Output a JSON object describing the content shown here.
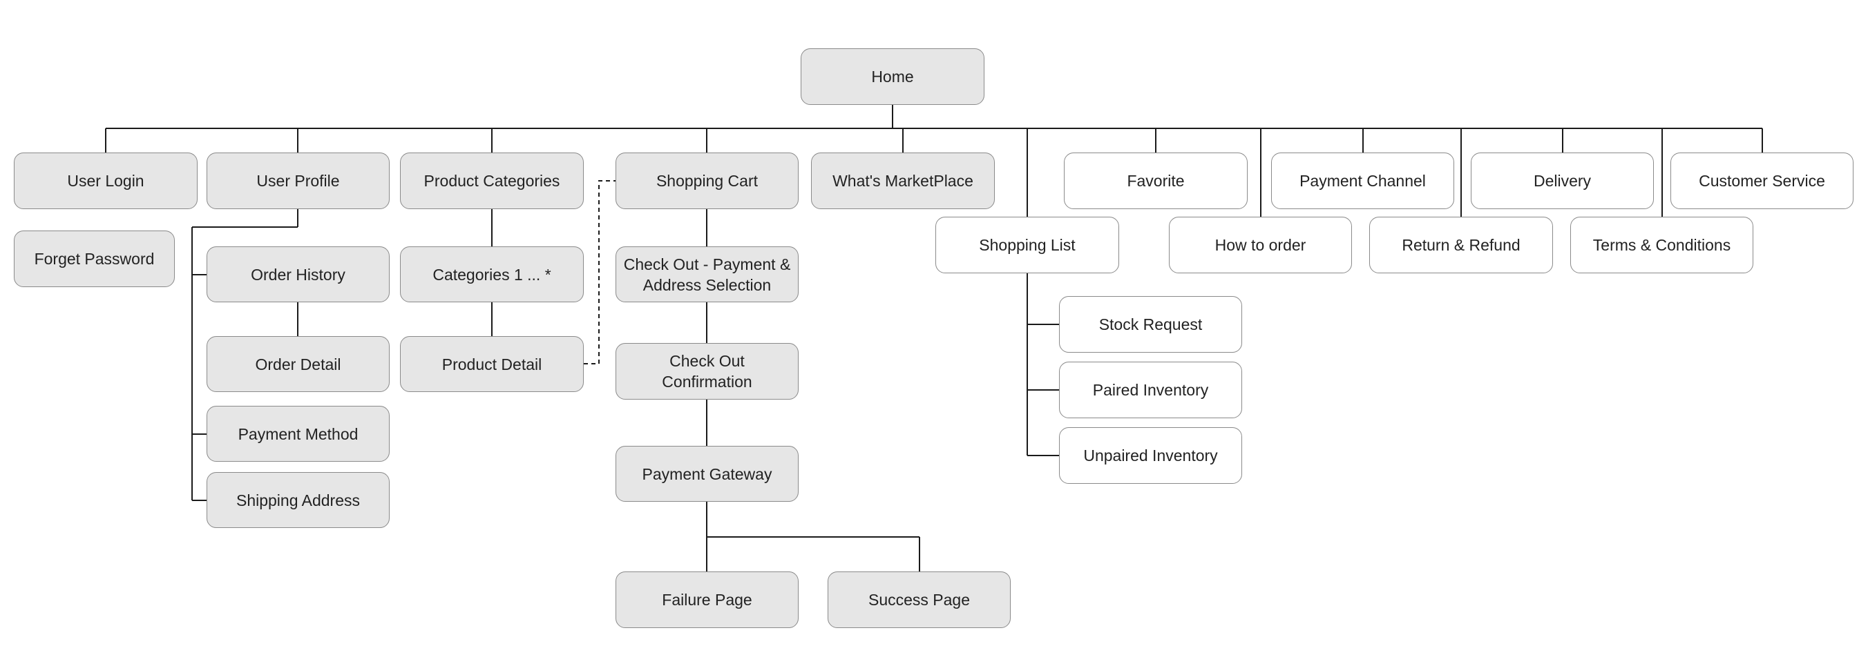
{
  "sitemap": {
    "home": "Home",
    "top_level": {
      "user_login": "User Login",
      "user_profile": "User Profile",
      "product_categories": "Product Categories",
      "shopping_cart": "Shopping Cart",
      "whats_marketplace": "What's MarketPlace",
      "favorite": "Favorite",
      "payment_channel": "Payment Channel",
      "delivery": "Delivery",
      "customer_service": "Customer Service",
      "shopping_list": "Shopping List",
      "how_to_order": "How to order",
      "return_refund": "Return & Refund",
      "terms_conditions": "Terms & Conditions"
    },
    "user_login_children": {
      "forget_password": "Forget Password"
    },
    "user_profile_children": {
      "order_history": "Order History",
      "order_detail": "Order Detail",
      "payment_method": "Payment Method",
      "shipping_address": "Shipping Address"
    },
    "product_categories_children": {
      "categories": "Categories 1 ... *",
      "product_detail": "Product Detail"
    },
    "shopping_cart_children": {
      "checkout_payment": "Check Out - Payment &\nAddress Selection",
      "checkout_confirmation": "Check Out\nConfirmation",
      "payment_gateway": "Payment Gateway",
      "failure_page": "Failure Page",
      "success_page": "Success Page"
    },
    "shopping_list_children": {
      "stock_request": "Stock Request",
      "paired_inventory": "Paired Inventory",
      "unpaired_inventory": "Unpaired Inventory"
    }
  }
}
